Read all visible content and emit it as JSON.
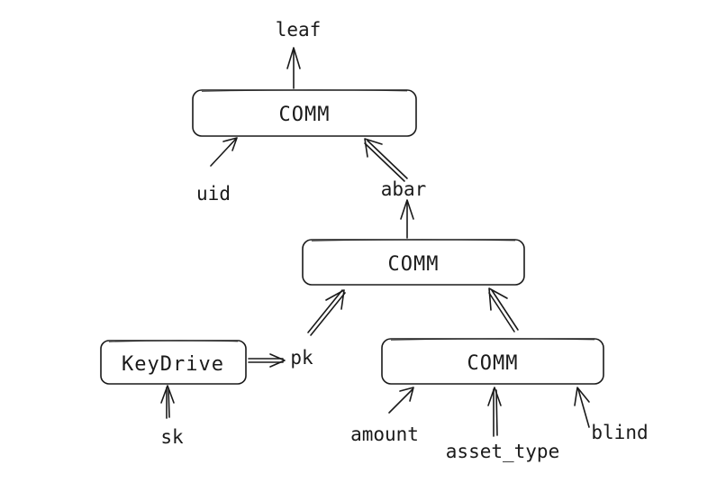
{
  "nodes": {
    "comm_top": "COMM",
    "comm_mid": "COMM",
    "comm_bottom": "COMM",
    "keydrive": "KeyDrive"
  },
  "labels": {
    "leaf": "leaf",
    "uid": "uid",
    "abar": "abar",
    "pk": "pk",
    "sk": "sk",
    "amount": "amount",
    "asset_type": "asset_type",
    "blind": "blind"
  }
}
